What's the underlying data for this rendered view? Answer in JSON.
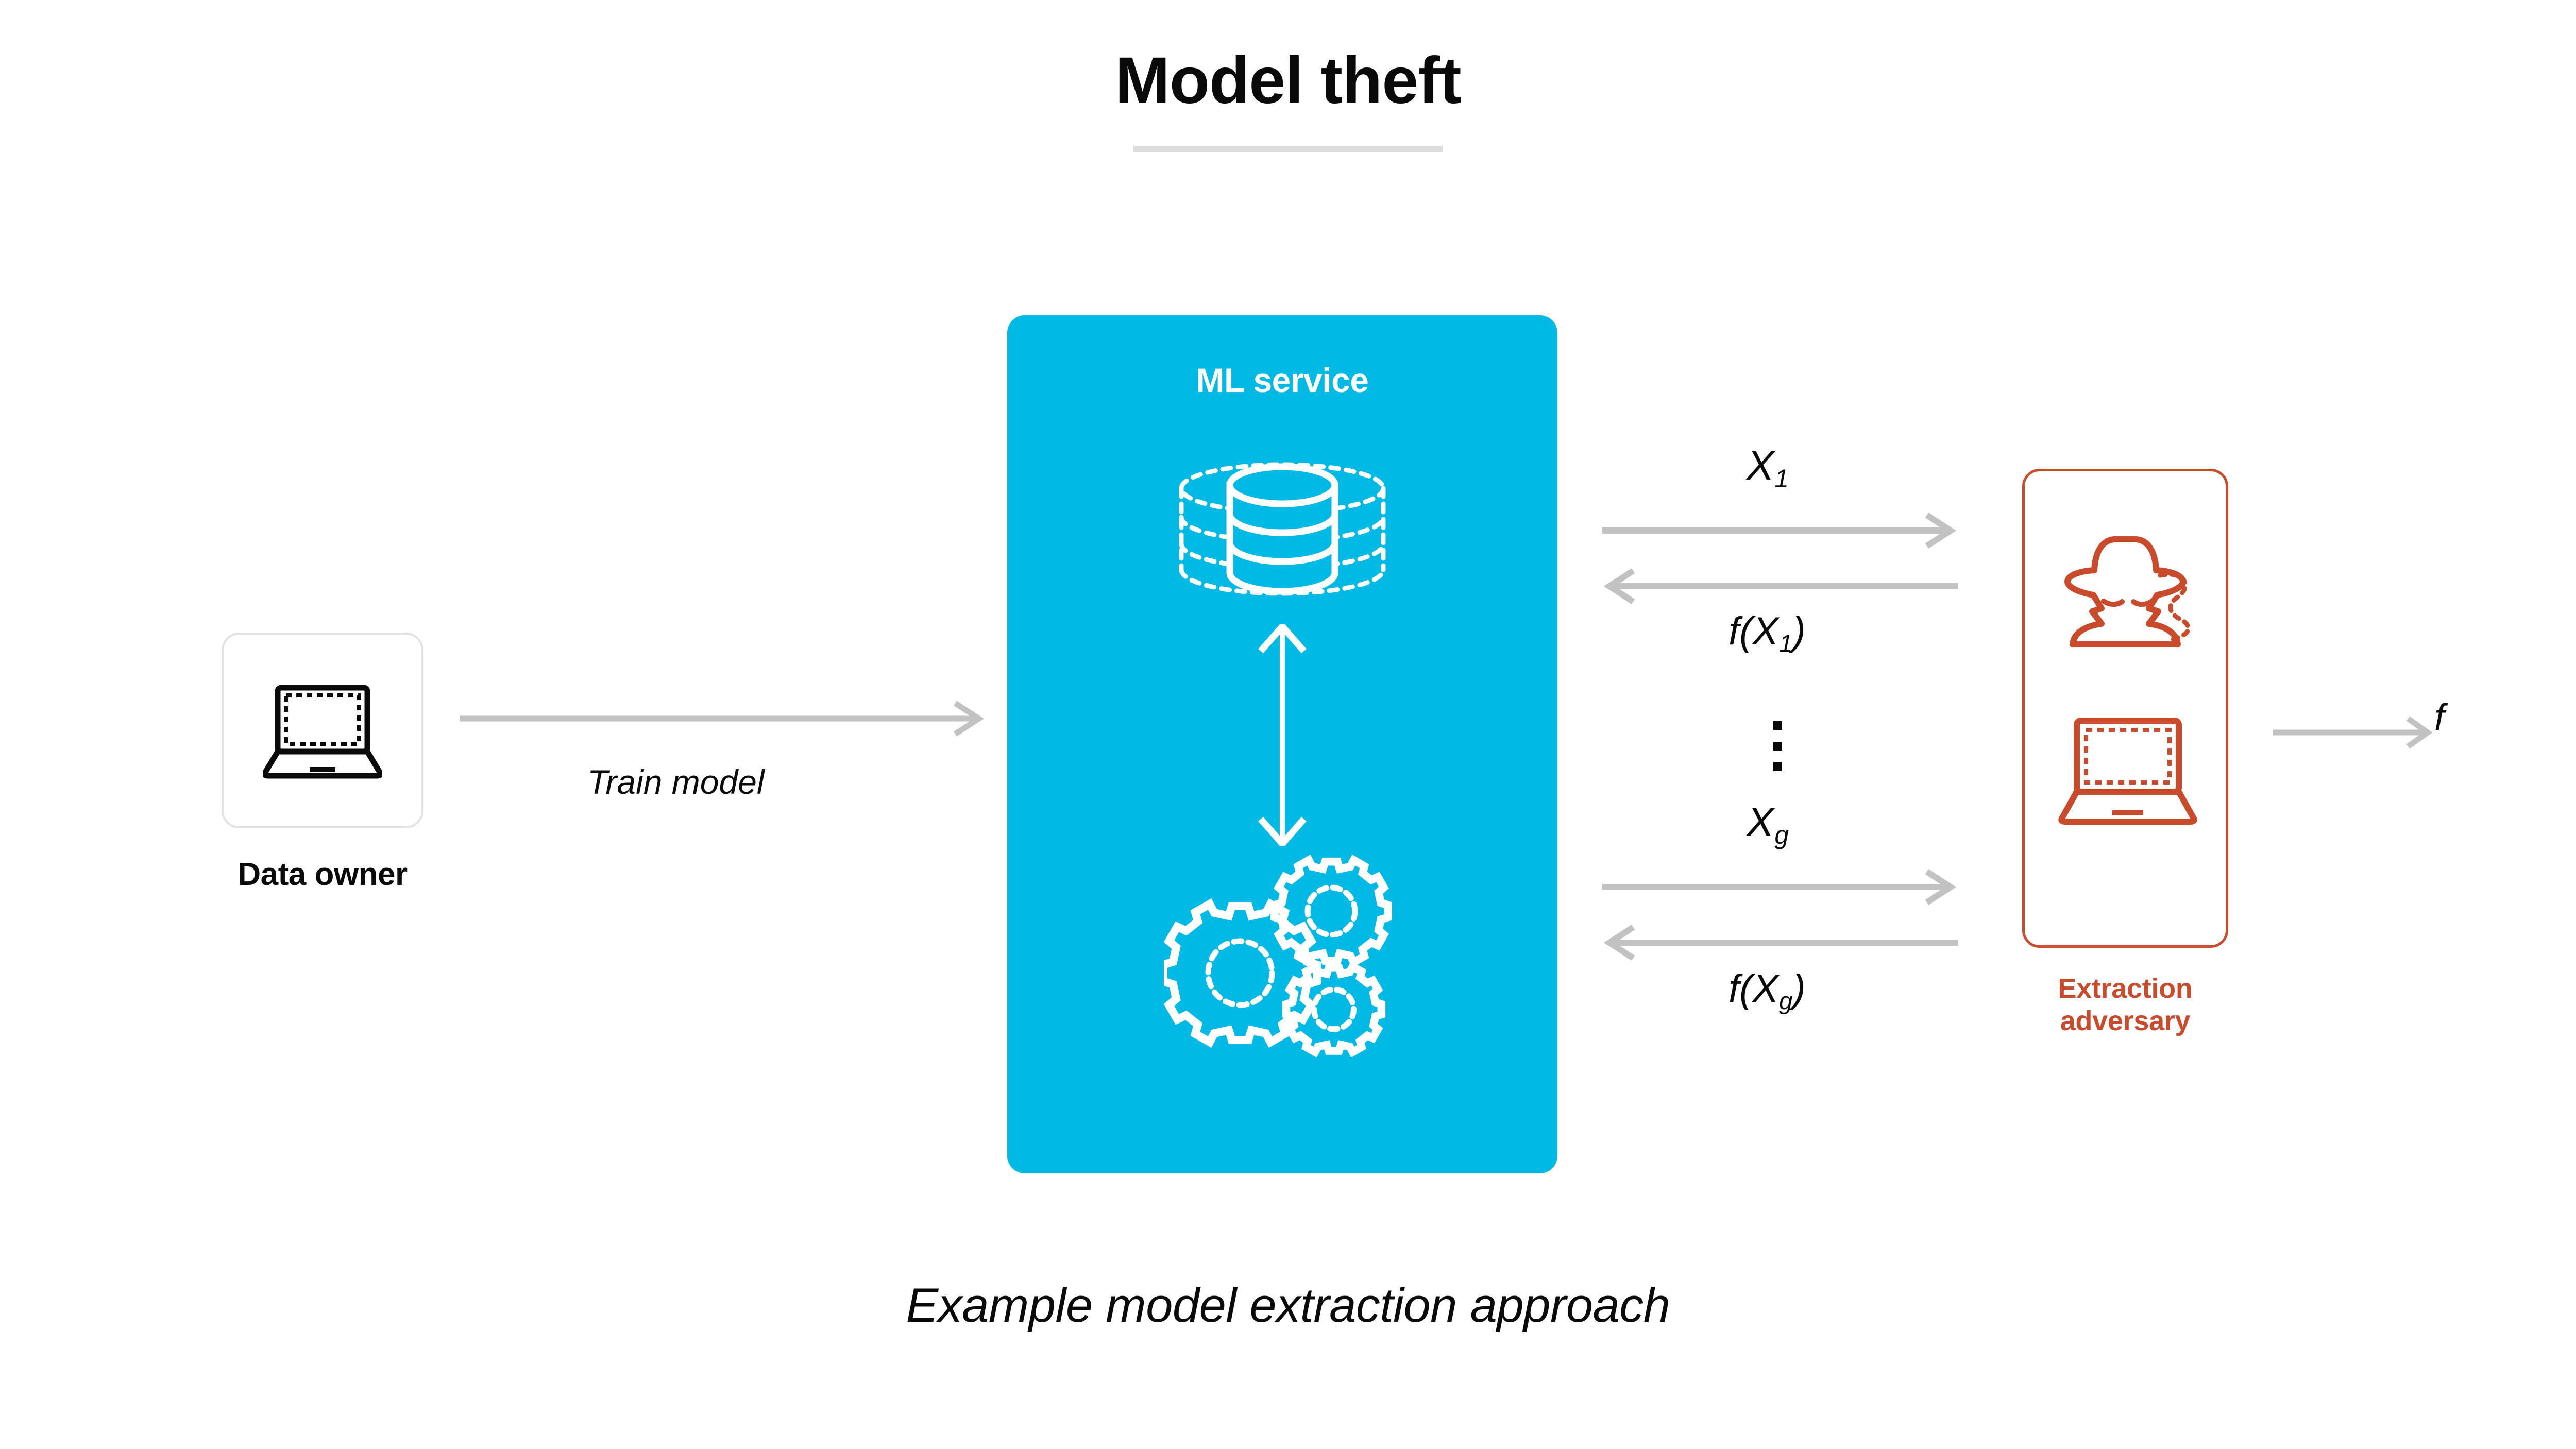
{
  "title": {
    "text": "Model theft"
  },
  "caption": {
    "text": "Example model extraction approach"
  },
  "colors": {
    "ml_service_bg": "#00b9e4",
    "adversary": "#c94b2b",
    "arrow_gray": "#c2c2c2",
    "box_border_gray": "#e2e2e2",
    "divider_gray": "#dcdcdc",
    "text_black": "#0a0a0a",
    "white": "#ffffff"
  },
  "nodes": {
    "data_owner": {
      "label": "Data owner",
      "icon": "laptop-icon"
    },
    "ml_service": {
      "label": "ML service",
      "icons": [
        "database-icon",
        "double-arrow-vertical-icon",
        "gears-icon"
      ]
    },
    "adversary": {
      "label_line1": "Extraction",
      "label_line2": "adversary",
      "icons": [
        "spy-icon",
        "laptop-icon"
      ]
    }
  },
  "edges": {
    "train": {
      "label": "Train model",
      "direction": "right"
    },
    "query_first": {
      "label_base": "X",
      "label_sub": "1",
      "direction": "right"
    },
    "response_first": {
      "label_base": "f(X",
      "label_sub": "1",
      "label_tail": ")",
      "direction": "left"
    },
    "ellipsis": {
      "glyph": "vertical-ellipsis"
    },
    "query_last": {
      "label_base": "X",
      "label_sub": "g",
      "direction": "right"
    },
    "response_last": {
      "label_base": "f(X",
      "label_sub": "g",
      "label_tail": ")",
      "direction": "left"
    },
    "output": {
      "label": "f",
      "direction": "right"
    }
  }
}
